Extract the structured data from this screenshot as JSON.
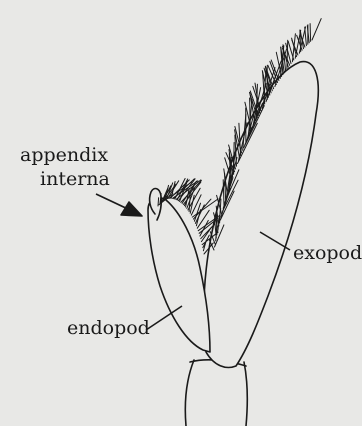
{
  "labels": {
    "appendix_line1": "appendix",
    "appendix_line2": "interna",
    "exopod": "exopod",
    "endopod": "endopod"
  },
  "colors": {
    "background": "#e8e8e6",
    "ink": "#1a1a1a",
    "fill": "#e8e8e6"
  }
}
